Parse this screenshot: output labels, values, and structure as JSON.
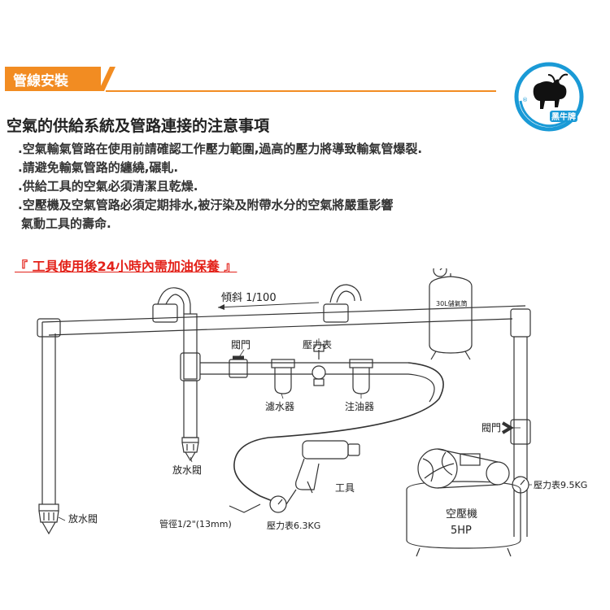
{
  "header": {
    "tab_label": "管線安裝"
  },
  "logo": {
    "text": "黑牛牌",
    "registered": "®",
    "color": "#1a9ad6"
  },
  "accent_color": "#f28c22",
  "title": "空氣的供給系統及管路連接的注意事項",
  "notes": [
    ".空氣輸氣管路在使用前請確認工作壓力範圍,過高的壓力將導致輸氣管爆裂.",
    ".請避免輸氣管路的纏繞,碾軋.",
    ".供給工具的空氣必須清潔且乾燥.",
    ".空壓機及空氣管路必須定期排水,被汙染及附帶水分的空氣將嚴重影響",
    " 氣動工具的壽命."
  ],
  "red_note": "『 工具使用後24小時內需加油保養 』",
  "red_color": "#e32119",
  "diagram": {
    "slope_label": "傾斜 1/100",
    "tank_label": "30L儲氣筒",
    "valve_label": "閥門",
    "gauge_label": "壓力表",
    "filter_label": "濾水器",
    "oiler_label": "注油器",
    "drain_label_mid": "放水閥",
    "drain_label_left": "放水閥",
    "tool_label": "工具",
    "valve_right_label": "閥門",
    "compressor_gauge_label": "壓力表9.5KG",
    "compressor_label": "空壓機",
    "compressor_hp": "5HP",
    "hose_label": "管徑1/2\"(13mm)",
    "tool_gauge_label": "壓力表6.3KG"
  }
}
